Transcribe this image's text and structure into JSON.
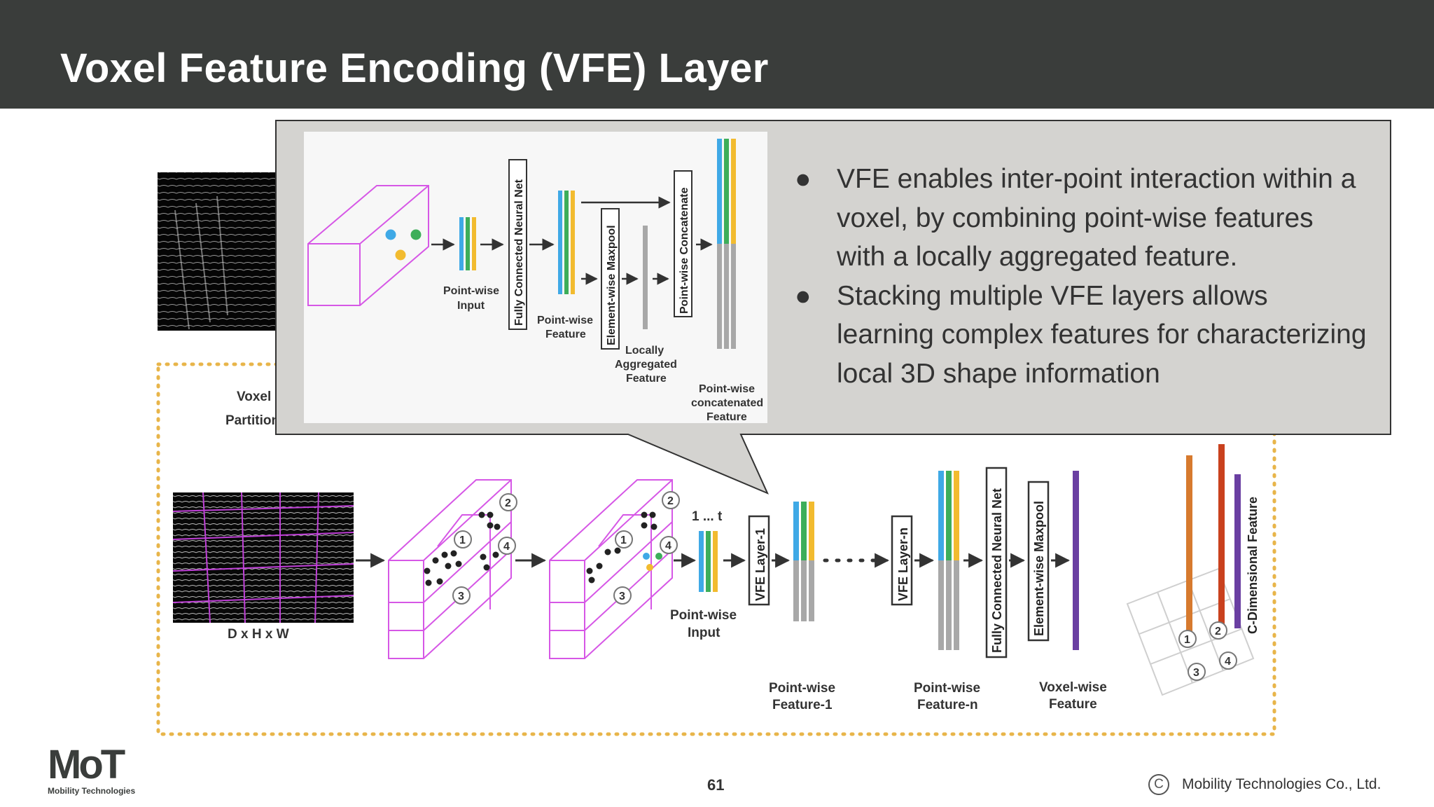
{
  "slide": {
    "title": "Voxel Feature Encoding (VFE) Layer",
    "page_number": "61",
    "copyright_symbol": "C",
    "company": "Mobility Technologies Co., Ltd.",
    "logo_mark": "MoT",
    "logo_text": "Mobility Technologies"
  },
  "callout": {
    "bullets": [
      "VFE enables inter-point interaction within a voxel, by combining point-wise features with a locally aggregated feature.",
      "Stacking multiple VFE layers allows learning complex features for characterizing local 3D shape information"
    ],
    "diagram": {
      "pointwise_input": [
        "Point-wise",
        "Input"
      ],
      "fcn": "Fully Connected Neural Net",
      "pointwise_feature": [
        "Point-wise",
        "Feature"
      ],
      "maxpool": "Element-wise Maxpool",
      "locally_aggregated": [
        "Locally",
        "Aggregated",
        "Feature"
      ],
      "concatenate": "Point-wise Concatenate",
      "concatenated_feature": [
        "Point-wise",
        "concatenated",
        "Feature"
      ]
    }
  },
  "pipeline": {
    "voxel_partition": [
      "Voxel",
      "Partition"
    ],
    "grid_dims": "D x H x W",
    "marker_1": "1",
    "marker_2": "2",
    "marker_3": "3",
    "marker_4": "4",
    "range_label": "1 ... t",
    "pointwise_input": [
      "Point-wise",
      "Input"
    ],
    "vfe_layer_1": "VFE Layer-1",
    "vfe_layer_n": "VFE Layer-n",
    "fcn": "Fully Connected Neural Net",
    "maxpool": "Element-wise Maxpool",
    "c_dim_feature": "C-Dimensional Feature",
    "pointwise_feature_1": [
      "Point-wise",
      "Feature-1"
    ],
    "pointwise_feature_n": [
      "Point-wise",
      "Feature-n"
    ],
    "voxelwise_feature": [
      "Voxel-wise",
      "Feature"
    ]
  },
  "colors": {
    "header_bg": "#3a3d3b",
    "callout_bg": "#d4d3d0",
    "voxel_magenta": "#d657e6",
    "dotted_border": "#e8b54a",
    "blue": "#3fa9e6",
    "green": "#3dae5a",
    "yellow": "#f2bb2f",
    "gray": "#a8a8a8",
    "purple": "#6a3fa2",
    "orange": "#d77a2e",
    "red": "#c9411e"
  }
}
